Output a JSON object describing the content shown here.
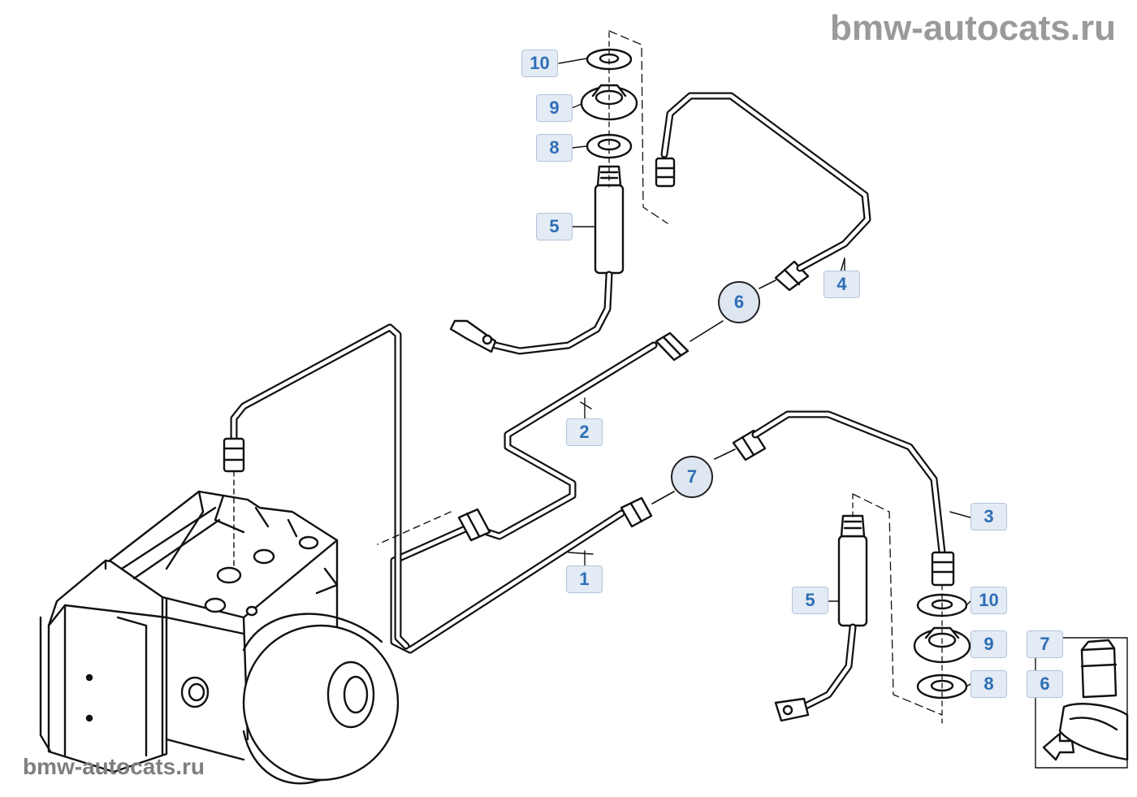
{
  "watermark": {
    "top": "bmw-autocats.ru",
    "bottom": "bmw-autocats.ru"
  },
  "callouts": {
    "c10_top": "10",
    "c9_top": "9",
    "c8_top": "8",
    "c5_top": "5",
    "c6": "6",
    "c4": "4",
    "c2": "2",
    "c7": "7",
    "c3": "3",
    "c1": "1",
    "c5_bottom": "5",
    "c10_bottom": "10",
    "c9_bottom": "9",
    "c8_bottom": "8",
    "inset_7": "7",
    "inset_6": "6"
  }
}
